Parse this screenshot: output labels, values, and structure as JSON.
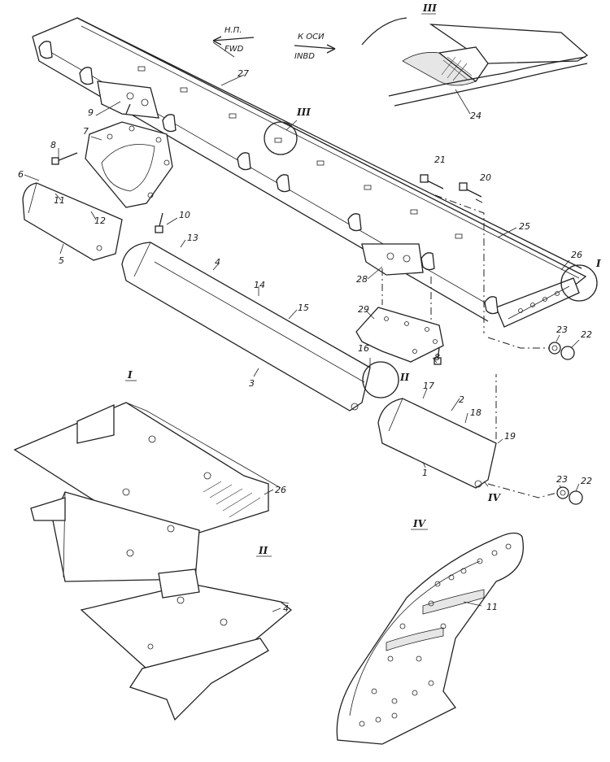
{
  "directions": {
    "fwd_ru": "Н.П.",
    "fwd_en": "FWD",
    "inbd_ru": "К ОСИ",
    "inbd_en": "INBD"
  },
  "detail_views": [
    "I",
    "II",
    "III",
    "IV"
  ],
  "part_labels": [
    "1",
    "2",
    "3",
    "4",
    "5",
    "6",
    "7",
    "8",
    "9",
    "10",
    "11",
    "12",
    "13",
    "14",
    "15",
    "16",
    "17",
    "18",
    "19",
    "20",
    "21",
    "22",
    "23",
    "24",
    "25",
    "26",
    "27",
    "28",
    "29"
  ],
  "repeat_labels": {
    "detail_I_part": "26",
    "detail_II_part": "4",
    "detail_IV_part": "11",
    "second_8": "8",
    "second_22": "22",
    "second_23": "23"
  }
}
